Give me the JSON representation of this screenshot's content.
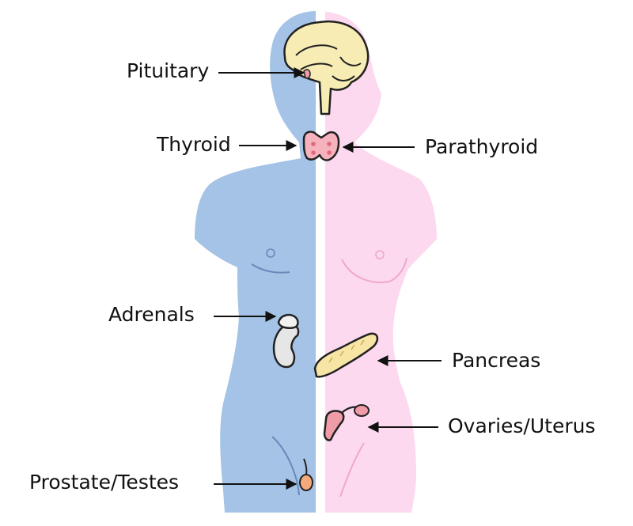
{
  "labels": {
    "pituitary": "Pituitary",
    "thyroid": "Thyroid",
    "parathyroid": "Parathyroid",
    "adrenals": "Adrenals",
    "pancreas": "Pancreas",
    "ovaries_uterus": "Ovaries/Uterus",
    "prostate_testes": "Prostate/Testes"
  },
  "colors": {
    "male_body": "#a4c3e6",
    "female_body": "#fcd9ee",
    "brain": "#f7ecb4",
    "thyroid": "#f7b3bd",
    "adrenals": "#e6e6e6",
    "pancreas": "#f7e5a5",
    "ovaries": "#ef9ba8",
    "line": "#111111"
  },
  "icons": [
    "brain-icon",
    "pituitary-gland-icon",
    "thyroid-gland-icon",
    "adrenal-gland-icon",
    "pancreas-icon",
    "ovary-uterus-icon",
    "testis-icon"
  ]
}
